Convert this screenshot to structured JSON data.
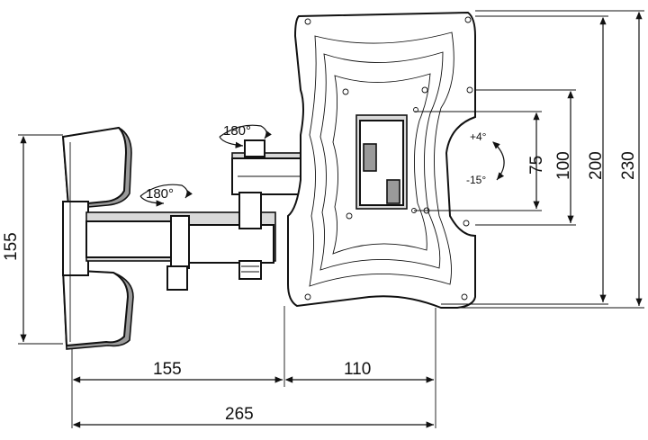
{
  "dimensions": {
    "arm_depth": "155",
    "plate_depth": "110",
    "total_depth": "265",
    "wall_plate_height": "155",
    "vesa_inner": "75",
    "vesa_mid": "100",
    "vesa_outer": "200",
    "plate_height": "230"
  },
  "rotation": {
    "top_swivel": "180°",
    "arm_swivel": "180°"
  },
  "tilt": {
    "up": "+4°",
    "down": "-15°"
  }
}
